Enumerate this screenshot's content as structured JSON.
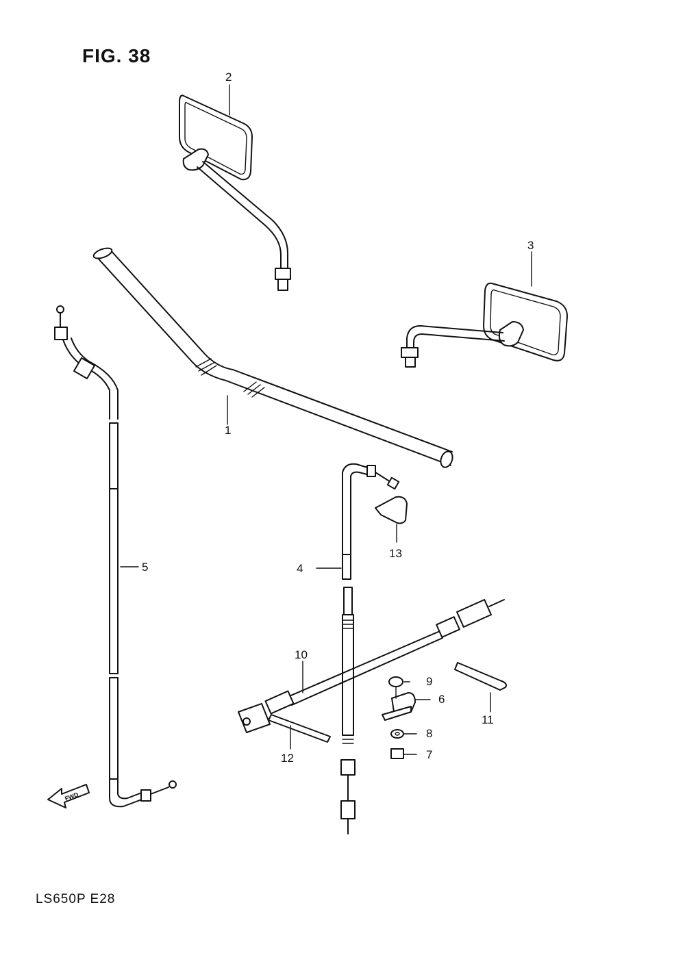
{
  "figure": {
    "title": "FIG. 38",
    "model_code": "LS650P  E28",
    "fwd_label": "FWD"
  },
  "callouts": [
    {
      "id": "1",
      "text": "1"
    },
    {
      "id": "2",
      "text": "2"
    },
    {
      "id": "3",
      "text": "3"
    },
    {
      "id": "4",
      "text": "4"
    },
    {
      "id": "5",
      "text": "5"
    },
    {
      "id": "6",
      "text": "6"
    },
    {
      "id": "7",
      "text": "7"
    },
    {
      "id": "8",
      "text": "8"
    },
    {
      "id": "9",
      "text": "9"
    },
    {
      "id": "10",
      "text": "10"
    },
    {
      "id": "11",
      "text": "11"
    },
    {
      "id": "12",
      "text": "12"
    },
    {
      "id": "13",
      "text": "13"
    }
  ],
  "colors": {
    "ink": "#111111",
    "paper": "#ffffff"
  }
}
